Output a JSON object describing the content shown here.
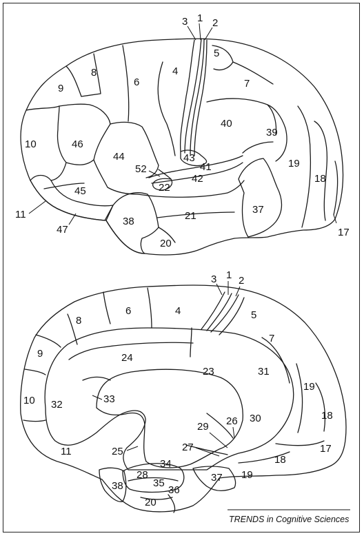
{
  "colors": {
    "cortex": "#fdf3dc",
    "highlight": "#c5d3d3",
    "corpus": "#fbe9c2",
    "outline": "#1a1a1a"
  },
  "lateral_view": {
    "areas": [
      "1",
      "2",
      "3",
      "4",
      "5",
      "6",
      "7",
      "8",
      "9",
      "10",
      "11",
      "17",
      "18",
      "19",
      "20",
      "21",
      "22",
      "37",
      "38",
      "39",
      "40",
      "41",
      "42",
      "43",
      "44",
      "45",
      "46",
      "47",
      "52"
    ]
  },
  "medial_view": {
    "areas": [
      "1",
      "2",
      "3",
      "4",
      "5",
      "6",
      "7",
      "8",
      "9",
      "10",
      "11",
      "17",
      "18",
      "19",
      "20",
      "23",
      "24",
      "25",
      "26",
      "27",
      "28",
      "29",
      "30",
      "31",
      "32",
      "33",
      "34",
      "35",
      "36",
      "37",
      "38"
    ]
  },
  "credit": "TRENDS in Cognitive Sciences"
}
